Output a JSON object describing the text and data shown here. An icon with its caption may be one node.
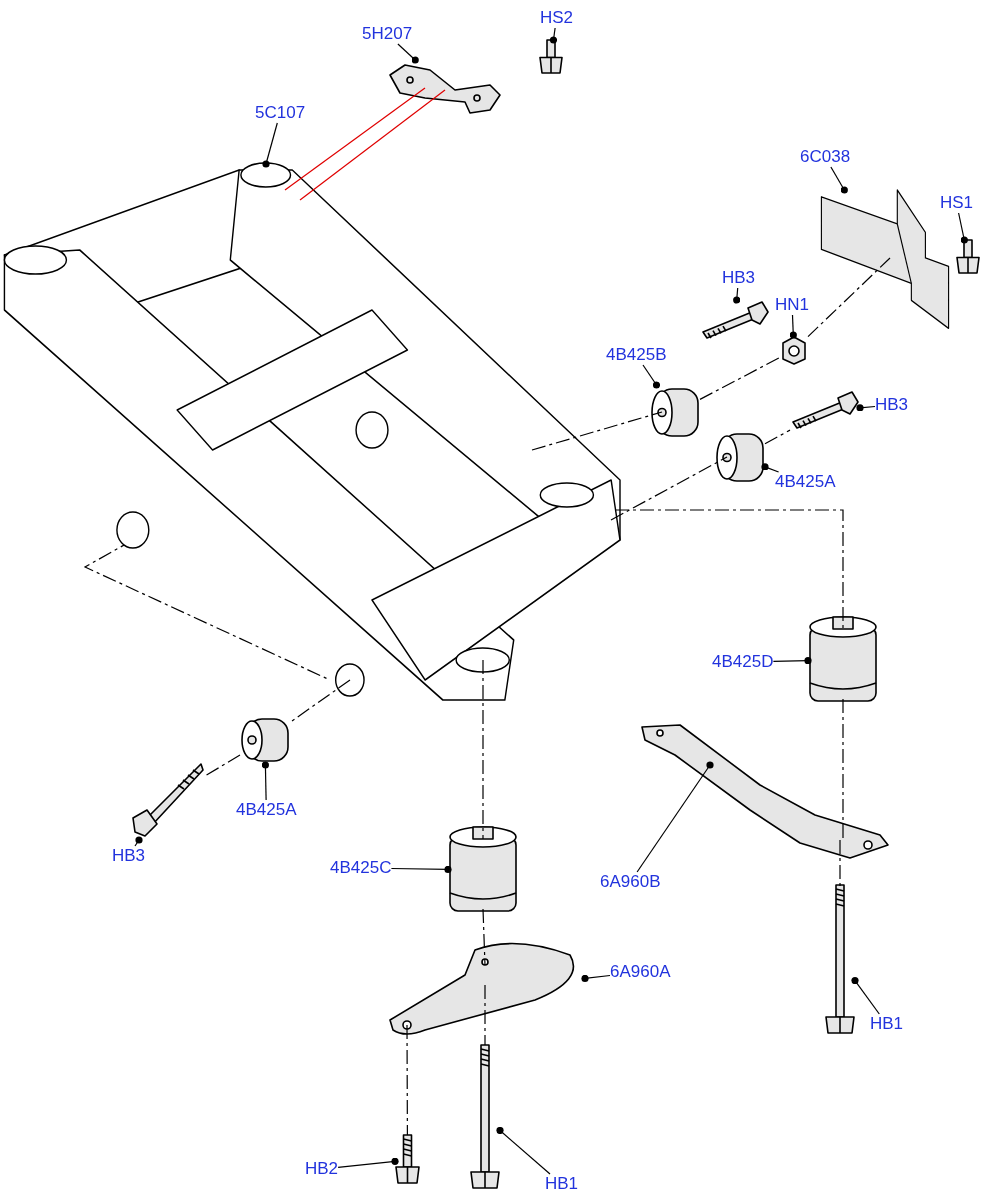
{
  "diagram": {
    "nodes": [
      {
        "text": [
          "5H207"
        ]
      },
      {
        "text": [],
        "shape": "picture"
      },
      {
        "text": [
          "HS2"
        ]
      },
      {
        "text": [],
        "shape": "picture"
      },
      {
        "text": [
          "5C107"
        ]
      },
      {
        "text": [],
        "shape": "picture"
      },
      {
        "text": [
          "6C038"
        ]
      },
      {
        "text": [],
        "shape": "picture"
      },
      {
        "text": [
          "HS1"
        ]
      },
      {
        "text": [],
        "shape": "picture"
      },
      {
        "text": [
          "HB3"
        ]
      },
      {
        "text": [],
        "shape": "picture"
      },
      {
        "text": [
          "4B425B"
        ]
      },
      {
        "text": [],
        "shape": "picture"
      },
      {
        "text": [
          "HN1"
        ]
      },
      {
        "text": [],
        "shape": "picture"
      },
      {
        "text": [
          "HB3"
        ]
      },
      {
        "text": [],
        "shape": "picture"
      },
      {
        "text": [
          "4B425A"
        ]
      },
      {
        "text": [],
        "shape": "picture"
      },
      {
        "text": [
          "4B425D"
        ]
      },
      {
        "text": [],
        "shape": "picture"
      },
      {
        "text": [
          "6A960B"
        ]
      },
      {
        "text": [],
        "shape": "picture"
      },
      {
        "text": [
          "4B425A"
        ]
      },
      {
        "text": [],
        "shape": "picture"
      },
      {
        "text": [
          "HB3"
        ]
      },
      {
        "text": [],
        "shape": "picture"
      },
      {
        "text": [
          "4B425C"
        ]
      },
      {
        "text": [],
        "shape": "picture"
      },
      {
        "text": [
          "6A960A"
        ]
      },
      {
        "text": [],
        "shape": "picture"
      },
      {
        "text": [
          "HB1"
        ]
      },
      {
        "text": [],
        "shape": "picture"
      },
      {
        "text": [
          "HB2"
        ]
      },
      {
        "text": [],
        "shape": "picture"
      },
      {
        "text": [
          "HB1"
        ]
      },
      {
        "text": [],
        "shape": "picture"
      }
    ],
    "edges": [
      {
        "from": 0,
        "to": 1,
        "arrow": "other"
      },
      {
        "from": 2,
        "to": 3,
        "arrow": "other"
      },
      {
        "from": 4,
        "to": 5,
        "arrow": "other"
      },
      {
        "from": 6,
        "to": 7,
        "arrow": "other"
      },
      {
        "from": 8,
        "to": 9,
        "arrow": "other"
      },
      {
        "from": 10,
        "to": 11,
        "arrow": "other"
      },
      {
        "from": 12,
        "to": 13,
        "arrow": "other"
      },
      {
        "from": 14,
        "to": 15,
        "arrow": "other"
      },
      {
        "from": 16,
        "to": 17,
        "arrow": "other"
      },
      {
        "from": 18,
        "to": 19,
        "arrow": "other"
      },
      {
        "from": 20,
        "to": 21,
        "arrow": "other"
      },
      {
        "from": 22,
        "to": 23,
        "arrow": "other"
      },
      {
        "from": 24,
        "to": 25,
        "arrow": "other"
      },
      {
        "from": 26,
        "to": 27,
        "arrow": "other"
      },
      {
        "from": 28,
        "to": 29,
        "arrow": "other"
      },
      {
        "from": 30,
        "to": 31,
        "arrow": "other"
      },
      {
        "from": 32,
        "to": 33,
        "arrow": "other"
      },
      {
        "from": 34,
        "to": 35,
        "arrow": "other"
      },
      {
        "from": 36,
        "to": 37,
        "arrow": "other"
      },
      {
        "from": 5,
        "to": 1,
        "arrow": "none",
        "color": "#e00000"
      },
      {
        "from": 5,
        "to": 1,
        "arrow": "none",
        "color": "#e00000"
      },
      {
        "from": 5,
        "to": 13,
        "arrow": "none",
        "style": "dashed"
      },
      {
        "from": 13,
        "to": 15,
        "arrow": "none",
        "style": "dashed"
      },
      {
        "from": 15,
        "to": 7,
        "arrow": "none",
        "style": "dashed"
      },
      {
        "from": 5,
        "to": 19,
        "arrow": "none",
        "style": "dashed"
      },
      {
        "from": 19,
        "to": 17,
        "arrow": "none",
        "style": "dashed"
      },
      {
        "from": 5,
        "to": 25,
        "arrow": "none",
        "style": "dashed"
      },
      {
        "from": 25,
        "to": 27,
        "arrow": "none",
        "style": "dashed"
      },
      {
        "from": 5,
        "to": 29,
        "arrow": "none",
        "style": "dashed"
      },
      {
        "from": 29,
        "to": 31,
        "arrow": "none",
        "style": "dashed"
      },
      {
        "from": 31,
        "to": 37,
        "arrow": "none",
        "style": "dashed"
      },
      {
        "from": 31,
        "to": 35,
        "arrow": "none",
        "style": "dashed"
      },
      {
        "from": 5,
        "to": 21,
        "arrow": "none",
        "style": "dashed"
      },
      {
        "from": 21,
        "to": 23,
        "arrow": "none",
        "style": "dashed"
      },
      {
        "from": 23,
        "to": 33,
        "arrow": "none",
        "style": "dashed"
      }
    ]
  }
}
